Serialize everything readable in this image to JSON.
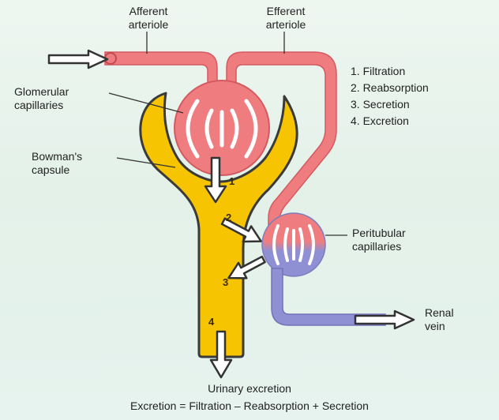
{
  "labels": {
    "afferent_line1": "Afferent",
    "afferent_line2": "arteriole",
    "efferent_line1": "Efferent",
    "efferent_line2": "arteriole",
    "glomerular_line1": "Glomerular",
    "glomerular_line2": "capillaries",
    "bowman_line1": "Bowman's",
    "bowman_line2": "capsule",
    "peritubular_line1": "Peritubular",
    "peritubular_line2": "capillaries",
    "renal_line1": "Renal",
    "renal_line2": "vein",
    "urinary": "Urinary excretion",
    "equation": "Excretion = Filtration – Reabsorption + Secretion"
  },
  "process_list": [
    "1. Filtration",
    "2. Reabsorption",
    "3. Secretion",
    "4. Excretion"
  ],
  "step_numbers": [
    "1",
    "2",
    "3",
    "4"
  ],
  "colors": {
    "arterial": "#ef7d80",
    "venous": "#8f8fd4",
    "capsule": "#f6c400",
    "outline": "#3a3a3a"
  }
}
